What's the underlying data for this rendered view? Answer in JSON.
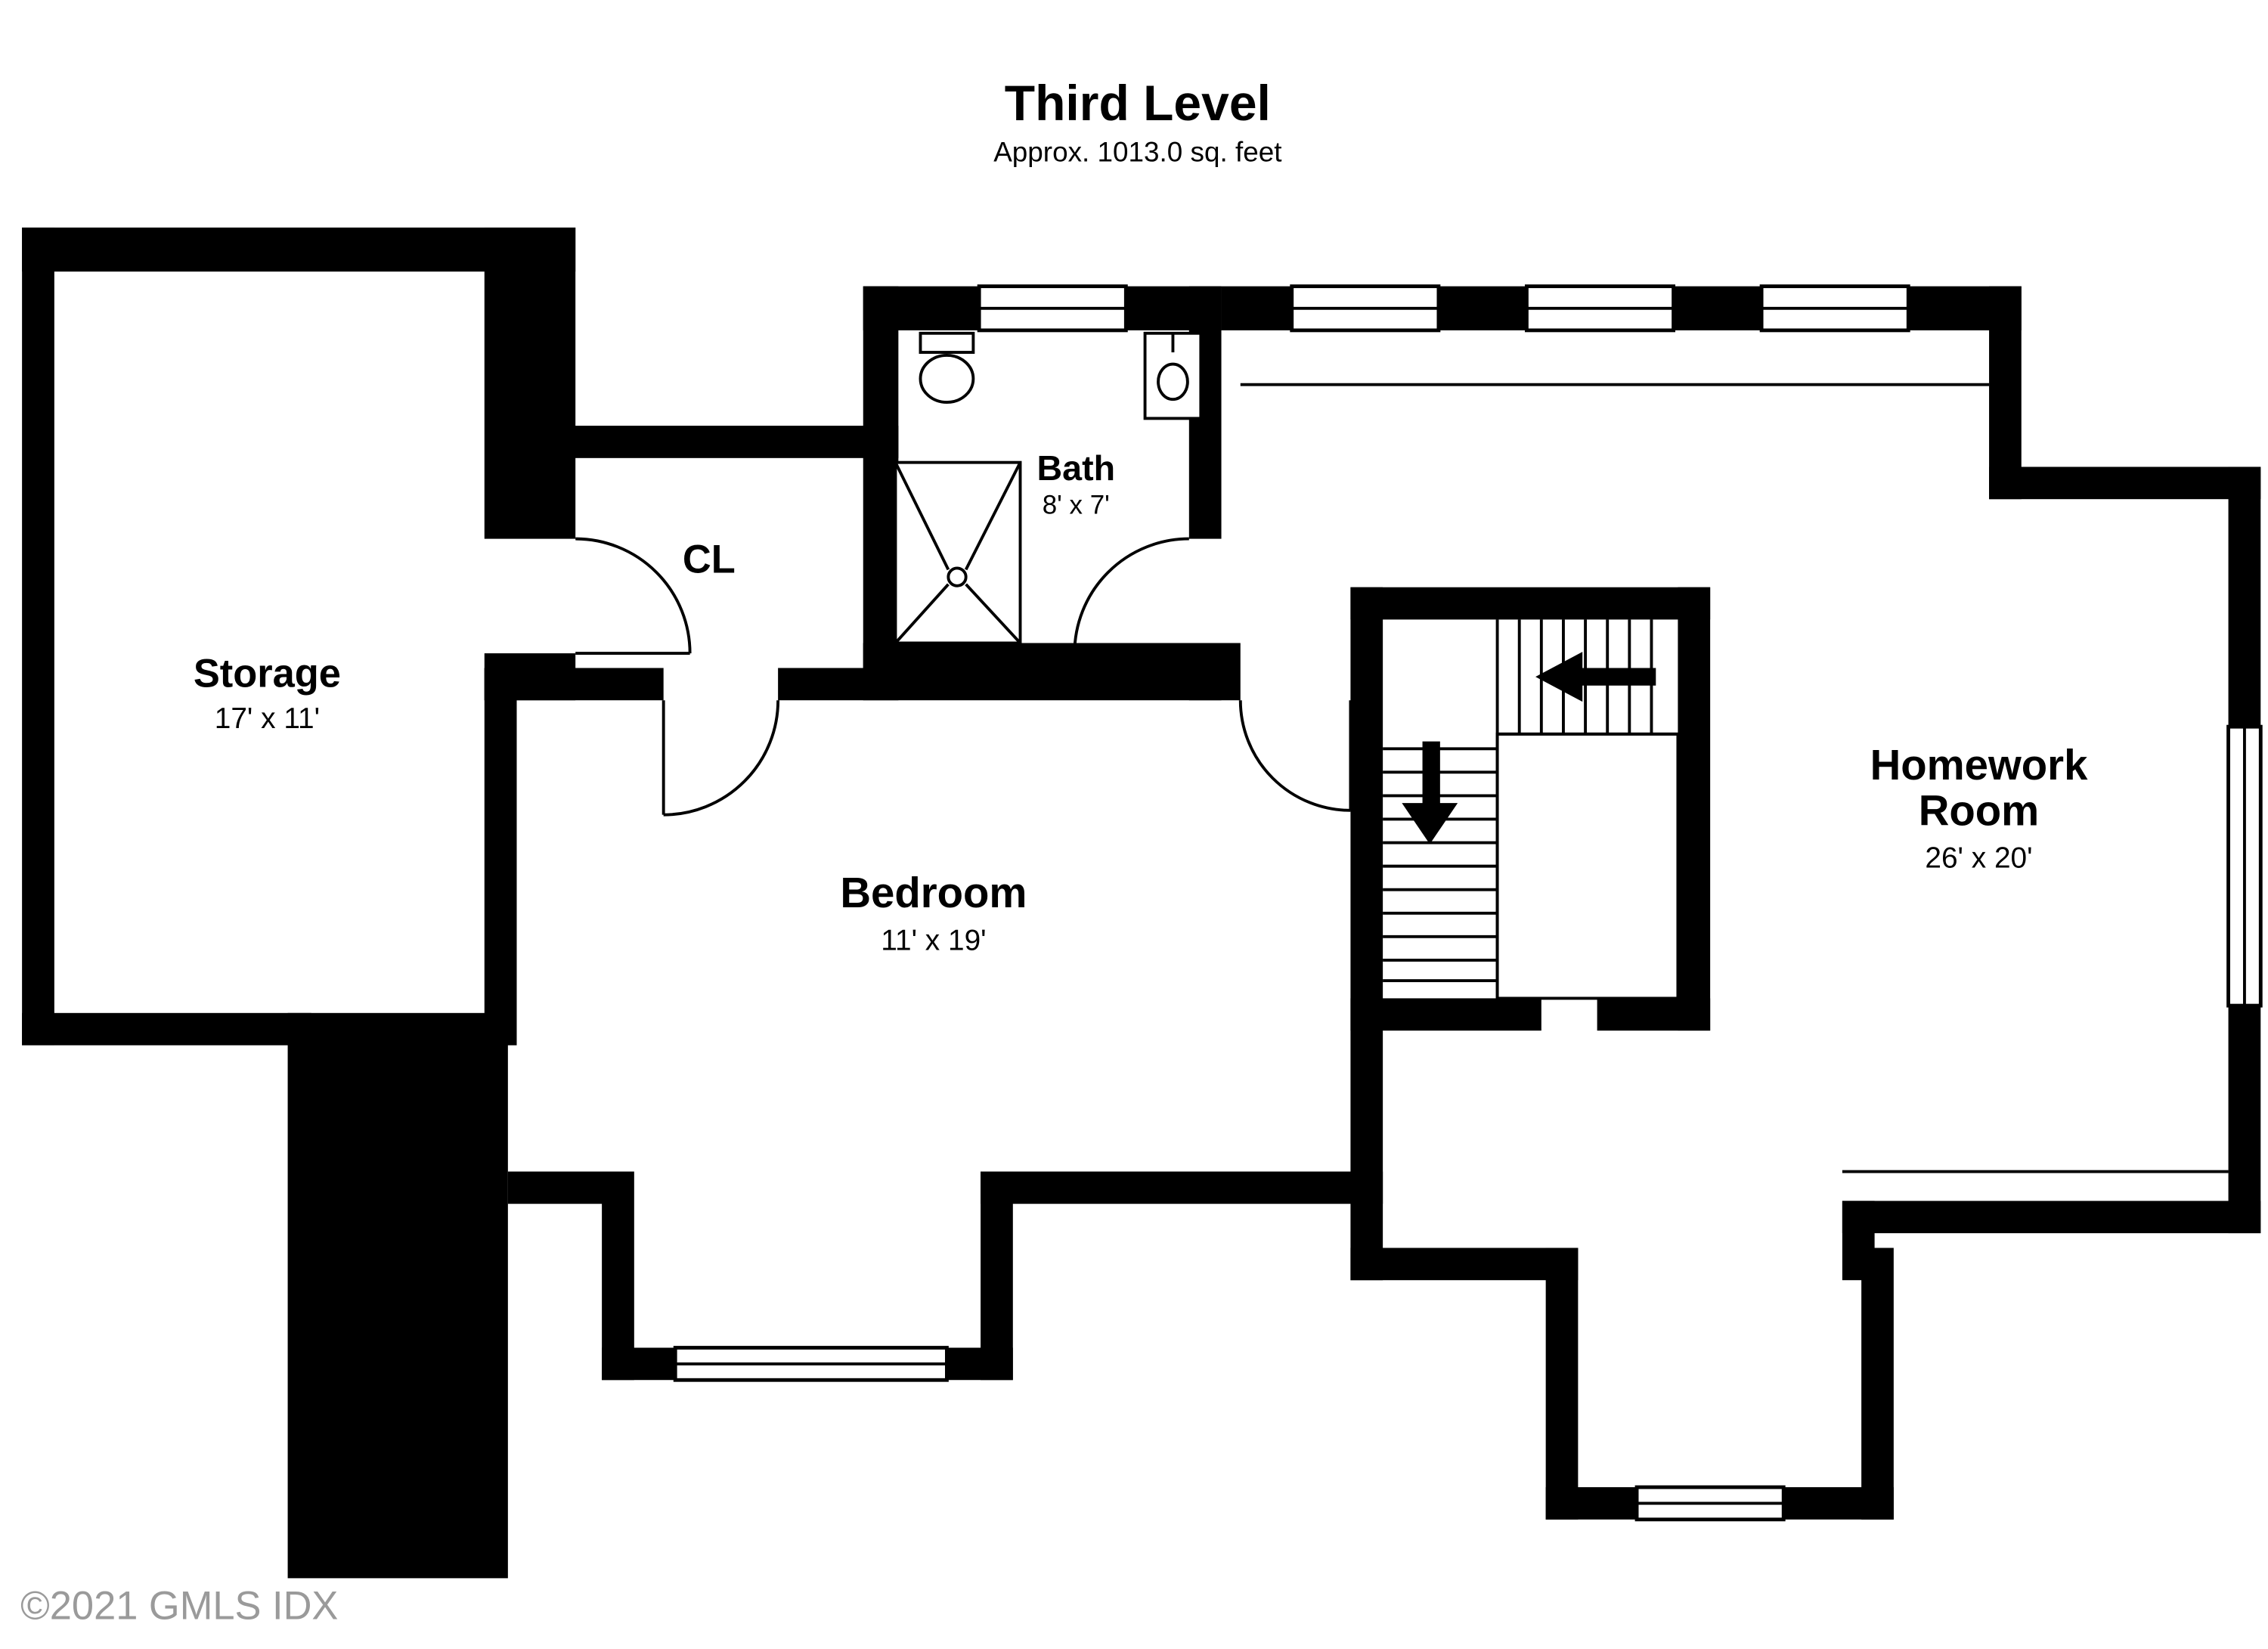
{
  "header": {
    "title": "Third Level",
    "subtitle": "Approx. 1013.0 sq. feet"
  },
  "rooms": {
    "storage": {
      "name": "Storage",
      "dims": "17' x 11'"
    },
    "closet": {
      "name": "CL"
    },
    "bath": {
      "name": "Bath",
      "dims": "8' x 7'"
    },
    "bedroom": {
      "name": "Bedroom",
      "dims": "11' x 19'"
    },
    "homework": {
      "name_line1": "Homework",
      "name_line2": "Room",
      "dims": "26' x 20'"
    }
  },
  "footer": {
    "copyright": "©2021 GMLS IDX"
  },
  "colors": {
    "wall": "#000000",
    "background": "#ffffff",
    "text": "#000000",
    "copyright": "#9a9a9a"
  }
}
